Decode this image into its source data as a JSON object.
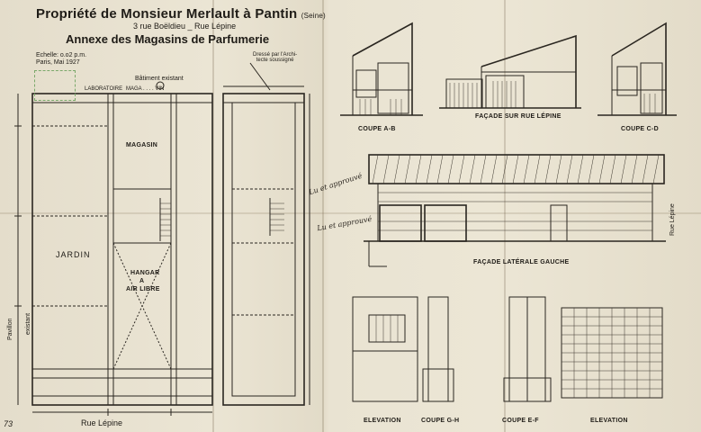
{
  "header": {
    "title": "Propriété de Monsieur Merlault à Pantin",
    "title_note": "(Seine)",
    "address": "3 rue Boëldieu _ Rue Lépine",
    "subtitle": "Annexe des Magasins de Parfumerie"
  },
  "plan": {
    "scale_line1": "Echelle: o.o2 p.m.",
    "scale_line2": "Paris, Mai 1927",
    "existing_building": "Bâtiment existant",
    "labo": "LABORATOIRE",
    "magasin_top": "MAGA . . . . VIN",
    "magasin": "MAGASIN",
    "jardin": "JARDIN",
    "hangar": "HANGAR",
    "a": "A",
    "air_libre": "AIR LIBRE",
    "pavillon": "Pavillon",
    "existant": "existant",
    "rue": "Rue Lépine",
    "architect_note": "Dressé par l'Archi-\ntecte soussigné",
    "page_num": "73"
  },
  "sections": {
    "coupe_ab": "COUPE A-B",
    "facade_rue": "FAÇADE SUR RUE LÉPINE",
    "coupe_cd": "COUPE C-D",
    "facade_lat": "FAÇADE LATÉRALE GAUCHE",
    "rue_lepine_v": "Rue Lépine",
    "elevation1": "ELEVATION",
    "coupe_gh": "COUPE G-H",
    "coupe_ef": "COUPE E-F",
    "elevation2": "ELEVATION"
  },
  "colors": {
    "ink": "#2a2620",
    "paper": "#ebe5d4",
    "stamp": "#4f8a40"
  }
}
